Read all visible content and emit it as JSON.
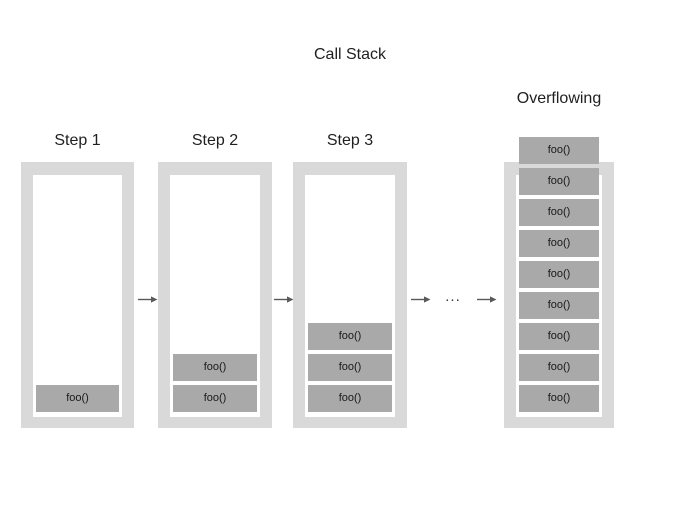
{
  "title": "Call Stack",
  "ellipsis": "...",
  "colors": {
    "page_background": "#ffffff",
    "container": "#d9d9d9",
    "inner": "#ffffff",
    "frame": "#a9a9a9",
    "frame_text": "#1a1a1a",
    "label_text": "#1f1f1f",
    "arrow": "#595959"
  },
  "stacks": [
    {
      "label": "Step 1",
      "frame_label": "foo()",
      "frame_count": 1,
      "overflowing": false
    },
    {
      "label": "Step 2",
      "frame_label": "foo()",
      "frame_count": 2,
      "overflowing": false
    },
    {
      "label": "Step 3",
      "frame_label": "foo()",
      "frame_count": 3,
      "overflowing": false
    },
    {
      "label": "Overflowing",
      "frame_label": "foo()",
      "frame_count": 9,
      "overflowing": true
    }
  ],
  "arrow_icon": "right-arrow"
}
